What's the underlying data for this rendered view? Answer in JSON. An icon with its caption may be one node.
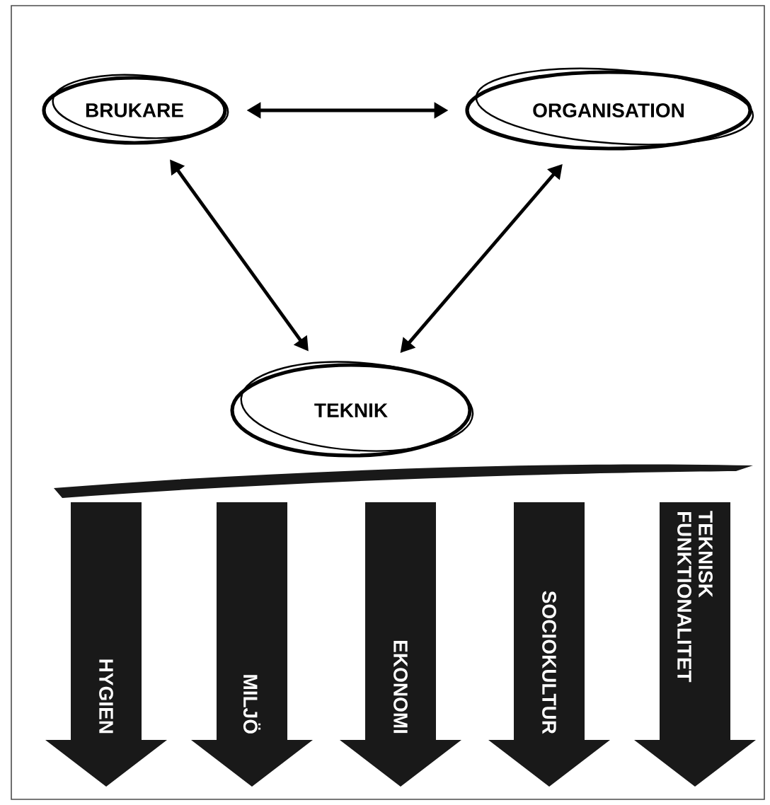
{
  "diagram": {
    "nodes": [
      {
        "text": [
          "BRUKARE"
        ]
      },
      {
        "text": [
          "ORGANISATION"
        ]
      },
      {
        "text": [
          "TEKNIK"
        ]
      },
      {
        "text": [],
        "shape": "bar"
      },
      {
        "text": [
          "HYGIEN"
        ]
      },
      {
        "text": [
          "MILJÖ"
        ]
      },
      {
        "text": [
          "EKONOMI"
        ]
      },
      {
        "text": [
          "SOCIOKULTUR"
        ]
      },
      {
        "text": [
          "TEKNISK FUNKTIONALITET"
        ]
      }
    ],
    "edges": [
      {
        "from": 0,
        "to": 1,
        "arrow": "both"
      },
      {
        "from": 0,
        "to": 2,
        "arrow": "both"
      },
      {
        "from": 1,
        "to": 2,
        "arrow": "both"
      }
    ]
  }
}
